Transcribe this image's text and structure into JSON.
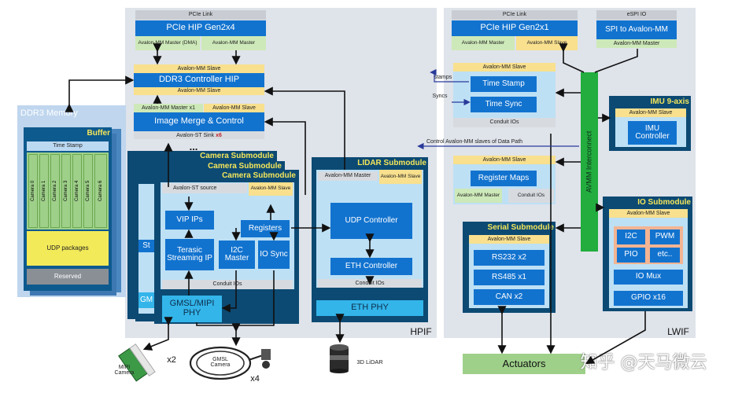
{
  "hpif": {
    "label": "HPIF",
    "pcie": {
      "link": "PCIe Link",
      "title": "PCIe HIP  Gen2x4",
      "port_left": "Avalon-MM Master (DMA)",
      "port_right": "Avalon-MM Master"
    },
    "ddr3_ctrl": {
      "slave_top": "Avalon-MM Slave",
      "title": "DDR3 Controller HIP",
      "slave_bottom": "Avalon-MM Slave"
    },
    "merge": {
      "port_left": "Avalon-MM Master x1",
      "port_right": "Avalon-MM Slave",
      "title": "Image Merge & Control",
      "sink": "Avalon-ST Sink",
      "sink_mult": "x6"
    },
    "camera": {
      "title_back": "Camera Submodule",
      "title_mid": "Camera Submodule",
      "title": "Camera Submodule",
      "ellipsis": "...",
      "st_source": "Avalon-ST source",
      "mm_slave": "Avalon-MM Slave",
      "vip": "VIP IPs",
      "registers": "Registers",
      "terasic": "Terasic Streaming IP",
      "i2c_master": "I2C Master",
      "io_sync": "IO Sync",
      "conduit": "Conduit IOs",
      "phy": "GMSL/MIPI PHY",
      "ghost_st": "St",
      "ghost_gm": "GM"
    },
    "lidar": {
      "title": "LIDAR Submodule",
      "mm_master": "Avalon-MM Master",
      "mm_slave": "Avalon-MM Slave",
      "udp": "UDP Controller",
      "eth": "ETH Controller",
      "conduit": "Conduit IOs",
      "phy": "ETH PHY"
    }
  },
  "ddr3_memory": {
    "title": "DDR3 Memory",
    "buffer": "Buffer",
    "timestamp": "Time Stamp",
    "cameras": [
      "Camera 0",
      "Camera 1",
      "Camera 2",
      "Camera 3",
      "Camera 4",
      "Camera 5",
      "Camera 6"
    ],
    "udp": "UDP packages",
    "reserved": "Reserved"
  },
  "lwif": {
    "label": "LWIF",
    "pcie": {
      "link": "PCIe Link",
      "title": "PCIe HIP  Gen2x1",
      "port_left": "Avalon-MM Master",
      "port_right": "Avalon-MM Slave"
    },
    "espi": {
      "link": "eSPI IO",
      "title": "SPI to Avalon-MM",
      "port": "Avalon-MM Master"
    },
    "timing": {
      "slave": "Avalon-MM Slave",
      "timestamp": "Time Stamp",
      "timesync": "Time Sync",
      "conduit": "Conduit IOs",
      "stamps": "stamps",
      "syncs": "Syncs"
    },
    "control_label": "Control Avalon-MM slaves of Data Path",
    "regmap": {
      "slave": "Avalon-MM Slave",
      "title": "Register Maps",
      "master": "Avalon-MM Master",
      "conduit": "Conduit IOs"
    },
    "interconnect": "AVMM  Interconnect",
    "imu": {
      "title": "IMU 9-axis",
      "slave": "Avalon-MM Slave",
      "controller": "IMU Controller"
    },
    "serial": {
      "title": "Serial Submodule",
      "slave": "Avalon-MM Slave",
      "rs232": "RS232 x2",
      "rs485": "RS485 x1",
      "can": "CAN x2"
    },
    "io": {
      "title": "IO Submodule",
      "slave": "Avalon-MM Slave",
      "i2c": "I2C",
      "pwm": "PWM",
      "pio": "PIO",
      "etc": "etc..",
      "mux": "IO Mux",
      "gpio": "GPIO x16"
    }
  },
  "bottom": {
    "mipi_camera": "MIPI Camera",
    "mipi_mult": "x2",
    "gmsl_camera": "GMSL Camera",
    "gmsl_mult": "x4",
    "lidar3d": "3D LiDAR",
    "actuators": "Actuators",
    "watermark": "知乎 @天马微云"
  },
  "colors": {
    "panel": "#dfe3ea",
    "dark": "#0c4a73",
    "blue": "#1273cf",
    "yellow": "#f8e08e",
    "green": "#cde9b9",
    "cyan": "#33b5ea",
    "title_yellow": "#f5e65a"
  }
}
